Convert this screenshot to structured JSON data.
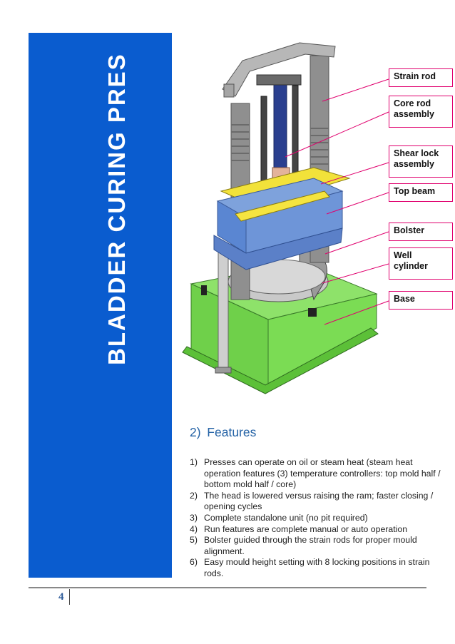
{
  "document": {
    "vertical_title": "BLADDER CURING PRES",
    "page_number": "4",
    "colors": {
      "sidebar": "#0a5ccf",
      "callout_border": "#e0006e",
      "section_title": "#2563a6"
    }
  },
  "figure": {
    "callouts": [
      {
        "id": "strain-rod",
        "label": "Strain rod"
      },
      {
        "id": "core-rod",
        "label": "Core rod\nassembly"
      },
      {
        "id": "shear-lock",
        "label": "Shear lock\nassembly"
      },
      {
        "id": "top-beam",
        "label": "Top beam"
      },
      {
        "id": "bolster",
        "label": "Bolster"
      },
      {
        "id": "well-cylinder",
        "label": "Well\ncylinder"
      },
      {
        "id": "base",
        "label": "Base"
      }
    ]
  },
  "section": {
    "title": "2) Features",
    "items": [
      {
        "num": "1)",
        "text": "Presses can operate on oil or steam heat (steam heat operation features (3) temperature controllers: top mold half / bottom mold half / core)"
      },
      {
        "num": "2)",
        "text": "The head is lowered versus raising the ram; faster closing / opening cycles"
      },
      {
        "num": "3)",
        "text": "Complete standalone unit (no pit required)"
      },
      {
        "num": "4)",
        "text": "Run features are complete manual or auto operation"
      },
      {
        "num": "5)",
        "text": "Bolster guided through the strain rods for proper mould alignment."
      },
      {
        "num": "6)",
        "text": "Easy mould height setting with 8 locking positions in strain rods."
      }
    ]
  }
}
